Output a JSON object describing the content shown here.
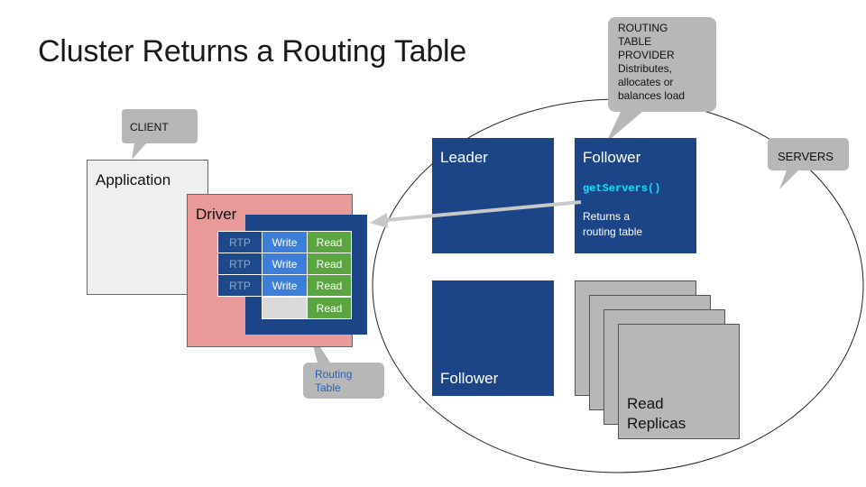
{
  "title": "Cluster Returns a Routing Table",
  "callouts": {
    "client": "CLIENT",
    "servers": "SERVERS",
    "routing_table_provider": [
      "ROUTING",
      "TABLE",
      "PROVIDER",
      "Distributes,",
      "allocates or",
      "balances load"
    ],
    "routing_table": [
      "Routing",
      "Table"
    ]
  },
  "client": {
    "application_label": "Application",
    "driver_label": "Driver"
  },
  "routing_table": {
    "rows": [
      {
        "rtp": "RTP",
        "write": "Write",
        "read": "Read"
      },
      {
        "rtp": "RTP",
        "write": "Write",
        "read": "Read"
      },
      {
        "rtp": "RTP",
        "write": "Write",
        "read": "Read"
      },
      {
        "rtp": "",
        "write": "",
        "read": "Read"
      }
    ]
  },
  "servers": {
    "leader_label": "Leader",
    "follower_top_label": "Follower",
    "follower_top_code": "getServers()",
    "follower_top_desc": [
      "Returns a",
      "routing table"
    ],
    "follower_bottom_label": "Follower",
    "read_replicas_label": [
      "Read",
      "Replicas"
    ]
  },
  "colors": {
    "server_box": "#1c4587",
    "driver": "#ea9999",
    "application": "#efefef",
    "callout": "#b7b7b7",
    "replica": "#b7b7b7",
    "code": "#00e5ff",
    "arrow": "#c8c8c8"
  }
}
